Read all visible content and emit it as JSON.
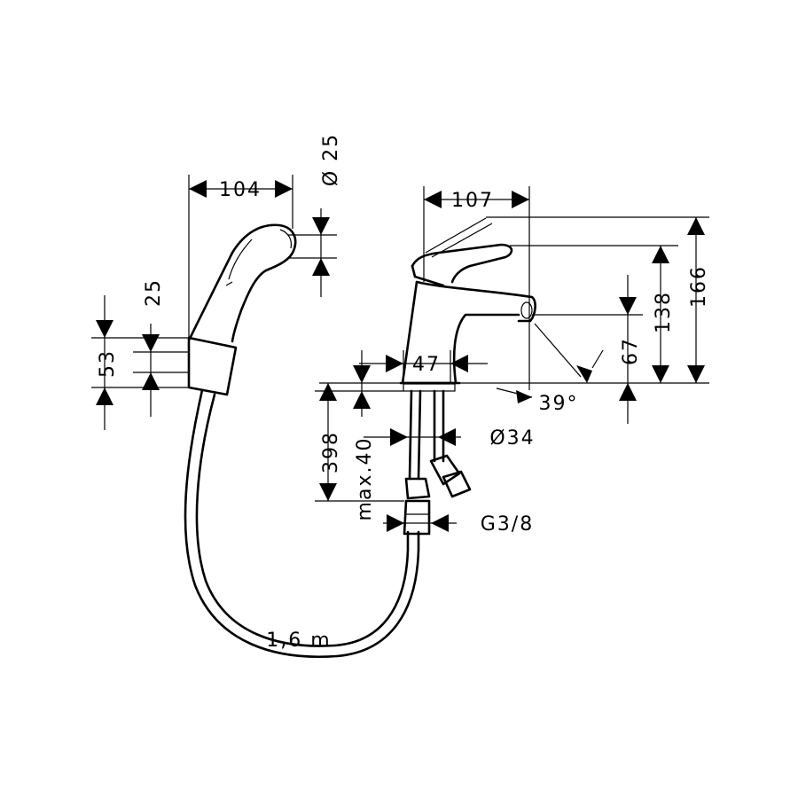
{
  "drawing": {
    "colors": {
      "line": "#000000",
      "background": "#ffffff"
    },
    "dimensions": {
      "handshower_width": "104",
      "handshower_diameter": "Ø 25",
      "holder_offset": "25",
      "holder_height": "53",
      "hose_length": "1,6 m",
      "mixer_reach": "107",
      "mixer_height_total": "166",
      "mixer_height_lever": "138",
      "spout_height": "67",
      "body_width": "47",
      "spray_angle": "39°",
      "inlet_length": "398",
      "deck_thickness": "max.40",
      "tap_hole_diameter": "Ø34",
      "connection_thread": "G3/8"
    }
  }
}
